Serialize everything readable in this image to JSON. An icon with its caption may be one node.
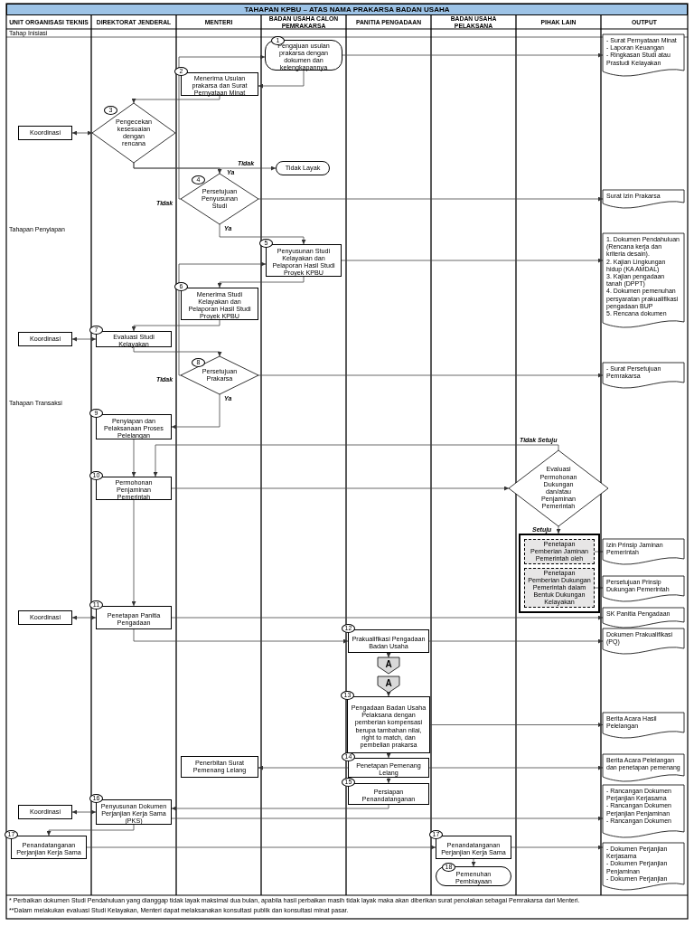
{
  "diagram": {
    "title": "TAHAPAN KPBU – ATAS NAMA PRAKARSA BADAN USAHA",
    "nodes": [
      {
        "text": [
          "1",
          "Pengajuan usulan prakarsa dengan dokumen dan kelengkapannya"
        ]
      },
      {
        "text": [
          "- Surat Pernyataan Minat",
          "- Laporan Keuangan",
          "- Ringkasan Studi atau Prastudi Kelayakan"
        ]
      },
      {
        "text": [
          "2",
          "Menerima Usulan prakarsa dan Surat Pernyataan Minat"
        ]
      },
      {
        "text": [
          "3",
          "Pengecekan kesesuaian dengan rencana"
        ]
      },
      {
        "text": [
          "Koordinasi"
        ]
      },
      {
        "text": [
          "Tidak Layak"
        ]
      },
      {
        "text": [
          "4",
          "Persetujuan Penyusunan Studi"
        ]
      },
      {
        "text": [
          "Surat Izin Prakarsa"
        ]
      },
      {
        "text": [
          "5",
          "Penyusunan Studi Kelayakan dan Pelaporan Hasil Studi Proyek KPBU"
        ]
      },
      {
        "text": [
          "1. Dokumen Pendahuluan (Rencana kerja dan kriteria desain).",
          "2. Kajian Lingkungan hidup (KA AMDAL)",
          "3. Kajian pengadaan tanah (DPPT)",
          "4. Dokumen pemenuhan persyaratan prakualifikasi pengadaan BUP",
          "5. Rencana dokumen"
        ]
      },
      {
        "text": [
          "6",
          "Menerima Studi Kelayakan dan Pelaporan Hasil Studi Proyek KPBU"
        ]
      },
      {
        "text": [
          "Koordinasi"
        ]
      },
      {
        "text": [
          "7",
          "Evaluasi Studi Kelayakan"
        ]
      },
      {
        "text": [
          "8",
          "Persetujuan Prakarsa"
        ]
      },
      {
        "text": [
          "- Surat Persetujuan Pemrakarsa"
        ]
      },
      {
        "text": [
          "9",
          "Penyiapan dan Pelaksanaan Proses Pelelangan"
        ]
      },
      {
        "text": [
          "10",
          "Permohonan Penjaminan Pemerintah"
        ]
      },
      {
        "text": [
          "Evaluasi Permohonan Dukungan dan/atau Penjaminan Pemerintah"
        ]
      },
      {
        "text": [],
        "shape": "box"
      },
      {
        "text": [
          "Penetapan Pemberian Jaminan Pemerintah oleh"
        ],
        "in": 18
      },
      {
        "text": [
          "Penetapan Pemberian Dukungan Pemerintah dalam Bentuk Dukungan Kelayakan"
        ],
        "in": 18
      },
      {
        "text": [
          "Izin Prinsip Jaminan Pemerintah"
        ]
      },
      {
        "text": [
          "Persetujuan Prinsip Dukungan Pemerintah"
        ]
      },
      {
        "text": [
          "Koordinasi"
        ]
      },
      {
        "text": [
          "11",
          "Penetapan Panitia Pengadaan"
        ]
      },
      {
        "text": [
          "SK Panitia Pengadaan"
        ]
      },
      {
        "text": [
          "12",
          "Prakualifikasi Pengadaan Badan Usaha"
        ]
      },
      {
        "text": [
          "Dokumen Prakualifikasi (PQ)"
        ]
      },
      {
        "text": [
          "A"
        ]
      },
      {
        "text": [
          "A"
        ]
      },
      {
        "text": [
          "13",
          "Pengadaan Badan Usaha Pelaksana dengan pemberian kompensasi berupa tambahan nilai, right to match, dan pembelian prakarsa"
        ]
      },
      {
        "text": [
          "Berita Acara Hasil Pelelangan"
        ]
      },
      {
        "text": [
          "Penerbitan Surat Pemenang Lelang"
        ]
      },
      {
        "text": [
          "14",
          "Penetapan Pemenang Lelang"
        ]
      },
      {
        "text": [
          "Berita Acara Pelelangan dan penetapan pemenang"
        ]
      },
      {
        "text": [
          "15",
          "Persiapan Penandatanganan"
        ]
      },
      {
        "text": [
          "- Rancangan Dokumen Perjanjian Kerjasama",
          "- Rancangan Dokumen Perjanjian Penjaminan",
          "- Rancangan Dokumen"
        ]
      },
      {
        "text": [
          "Koordinasi"
        ]
      },
      {
        "text": [
          "16",
          "Penyusunan Dokumen Perjanjian Kerja Sama (PKS)"
        ]
      },
      {
        "text": [
          "17",
          "Penandatanganan Perjanjian Kerja Sama"
        ]
      },
      {
        "text": [
          "17",
          "Penandatanganan Perjanjian Kerja Sama"
        ]
      },
      {
        "text": [
          "- Dokumen Perjanjian Kerjasama",
          "- Dokumen Perjanjian Penjaminan",
          "- Dokumen Perjanjian"
        ]
      },
      {
        "text": [
          "18",
          "Pemenuhan Pembiayaan"
        ]
      }
    ],
    "edges": [
      {
        "from": 0,
        "to": 1,
        "arrow": "to"
      },
      {
        "from": 0,
        "to": 2,
        "arrow": "to"
      },
      {
        "from": 2,
        "to": 3,
        "arrow": "to"
      },
      {
        "from": 3,
        "to": 4,
        "arrow": "both"
      },
      {
        "from": 3,
        "to": 5,
        "arrow": "to",
        "label": "Tidak"
      },
      {
        "from": 3,
        "to": 6,
        "arrow": "to",
        "label": "Ya"
      },
      {
        "from": 6,
        "to": 0,
        "arrow": "to",
        "label": "Tidak"
      },
      {
        "from": 6,
        "to": 7,
        "arrow": "to"
      },
      {
        "from": 6,
        "to": 8,
        "arrow": "to",
        "label": "Ya"
      },
      {
        "from": 8,
        "to": 9,
        "arrow": "to"
      },
      {
        "from": 8,
        "to": 10,
        "arrow": "to"
      },
      {
        "from": 10,
        "to": 12,
        "arrow": "to"
      },
      {
        "from": 12,
        "to": 11,
        "arrow": "both"
      },
      {
        "from": 12,
        "to": 13,
        "arrow": "to"
      },
      {
        "from": 13,
        "to": 8,
        "arrow": "to",
        "label": "Tidak"
      },
      {
        "from": 13,
        "to": 14,
        "arrow": "to"
      },
      {
        "from": 13,
        "to": 15,
        "arrow": "to",
        "label": "Ya"
      },
      {
        "from": 15,
        "to": 16,
        "arrow": "to"
      },
      {
        "from": 16,
        "to": 17,
        "arrow": "to"
      },
      {
        "from": 17,
        "to": 16,
        "arrow": "to",
        "label": "Tidak Setuju"
      },
      {
        "from": 17,
        "to": 18,
        "arrow": "to",
        "label": "Setuju"
      },
      {
        "from": 19,
        "to": 21,
        "arrow": "to"
      },
      {
        "from": 20,
        "to": 22,
        "arrow": "to"
      },
      {
        "from": 16,
        "to": 24,
        "arrow": "to"
      },
      {
        "from": 24,
        "to": 23,
        "arrow": "both"
      },
      {
        "from": 24,
        "to": 25,
        "arrow": "to"
      },
      {
        "from": 24,
        "to": 26,
        "arrow": "to"
      },
      {
        "from": 26,
        "to": 27,
        "arrow": "to"
      },
      {
        "from": 26,
        "to": 28,
        "arrow": "to"
      },
      {
        "from": 29,
        "to": 30,
        "arrow": "to"
      },
      {
        "from": 30,
        "to": 31,
        "arrow": "to"
      },
      {
        "from": 30,
        "to": 33,
        "arrow": "to"
      },
      {
        "from": 33,
        "to": 32,
        "arrow": "to"
      },
      {
        "from": 33,
        "to": 34,
        "arrow": "to"
      },
      {
        "from": 33,
        "to": 35,
        "arrow": "to"
      },
      {
        "from": 35,
        "to": 38,
        "arrow": "to"
      },
      {
        "from": 38,
        "to": 37,
        "arrow": "both"
      },
      {
        "from": 38,
        "to": 36,
        "arrow": "to"
      },
      {
        "from": 38,
        "to": 39,
        "arrow": "to"
      },
      {
        "from": 39,
        "to": 40,
        "arrow": "to"
      },
      {
        "from": 40,
        "to": 41,
        "arrow": "to"
      },
      {
        "from": 40,
        "to": 42,
        "arrow": "to"
      }
    ],
    "labels": [
      "UNIT ORGANISASI TEKNIS",
      "DIREKTORAT JENDERAL",
      "MENTERI",
      "BADAN USAHA CALON PEMRAKARSA",
      "PANITIA PENGADAAN",
      "BADAN USAHA PELAKSANA",
      "PIHAK LAIN",
      "OUTPUT",
      "Tahap Inisiasi",
      "Tahapan Penyiapan",
      "Tahapan Transaksi",
      "* Perbaikan dokumen Studi Pendahuluan yang dianggap tidak layak maksimal dua bulan, apabila hasil perbaikan masih tidak layak maka akan diberikan surat penolakan sebagai Pemrakarsa dari Menteri.",
      "**Dalam melakukan evaluasi Studi Kelayakan, Menteri dapat melaksanakan konsultasi publik dan konsultasi minat pasar."
    ]
  }
}
